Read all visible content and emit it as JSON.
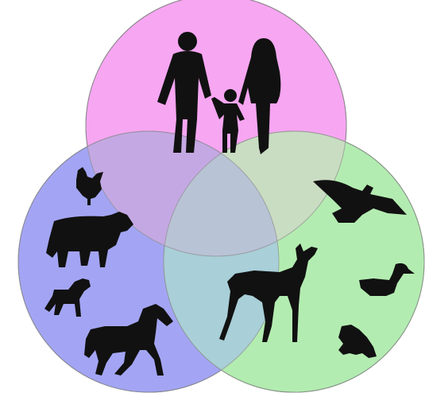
{
  "diagram": {
    "type": "venn",
    "sets": [
      {
        "id": "humans",
        "icon": "human-family-icon",
        "color": "#f7a6f2"
      },
      {
        "id": "domestic-animals",
        "icon": "domestic-animals-icon",
        "color": "#a3a5f4"
      },
      {
        "id": "wild-animals",
        "icon": "wild-animals-icon",
        "color": "#b3ecb1"
      }
    ],
    "silhouette_color": "#111111",
    "icons": {
      "humans": [
        "man-icon",
        "child-icon",
        "woman-icon"
      ],
      "domestic": [
        "rooster-icon",
        "cow-icon",
        "dog-icon",
        "horse-icon"
      ],
      "wild": [
        "eagle-icon",
        "deer-icon",
        "duck-icon",
        "frog-icon"
      ]
    }
  }
}
